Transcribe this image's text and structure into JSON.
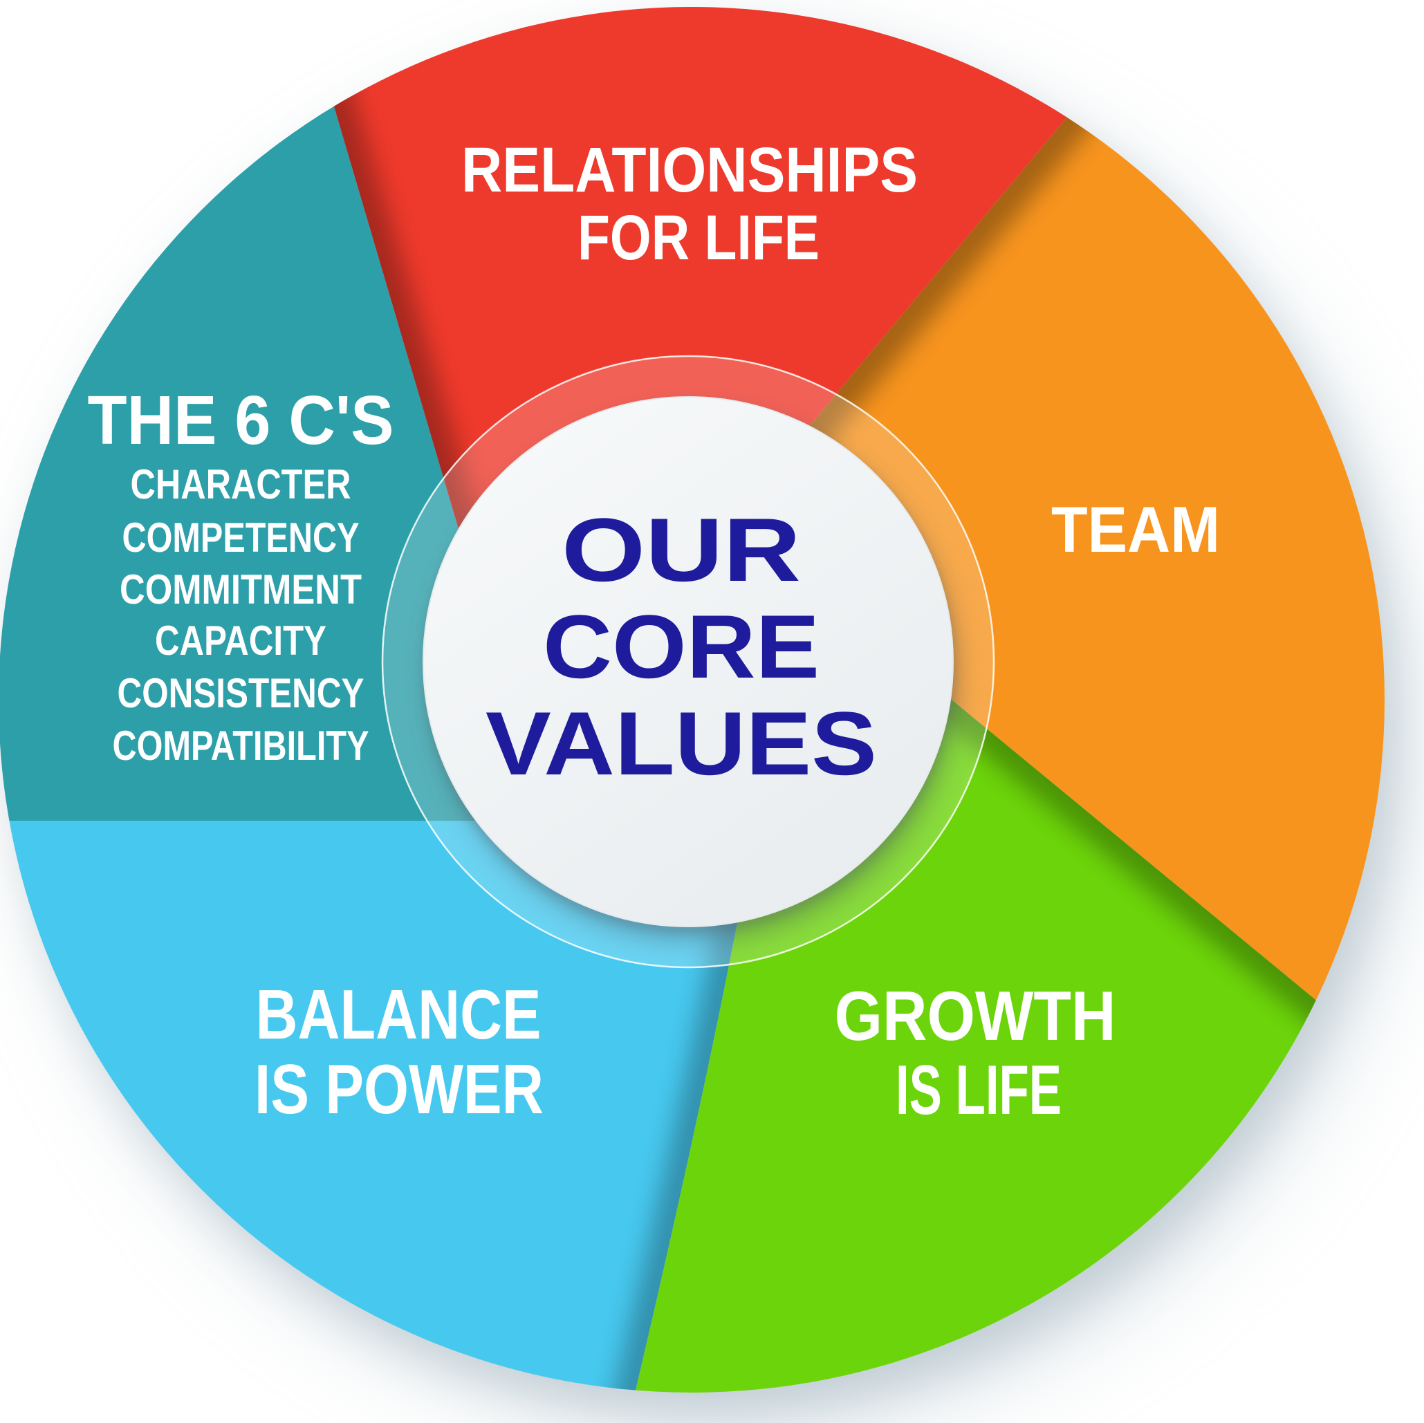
{
  "center": {
    "line1": "OUR",
    "line2": "CORE",
    "line3": "VALUES",
    "text_color": "#1E1C9C",
    "circle_color": "#F2F4F6"
  },
  "segments": {
    "relationships": {
      "lines": [
        "RELATIONSHIPS",
        "FOR LIFE"
      ],
      "color": "#EE3A2C"
    },
    "team": {
      "lines": [
        "TEAM"
      ],
      "color": "#F7941E"
    },
    "growth": {
      "lines": [
        "GROWTH",
        "IS LIFE"
      ],
      "color": "#6CD40A"
    },
    "balance": {
      "lines": [
        "BALANCE",
        "IS POWER"
      ],
      "color": "#47C8EF"
    },
    "six_cs": {
      "title": "THE 6 C'S",
      "items": [
        "CHARACTER",
        "COMPETENCY",
        "COMMITMENT",
        "CAPACITY",
        "CONSISTENCY",
        "COMPATIBILITY"
      ],
      "color": "#2C9FA9"
    }
  },
  "label_color": "#FFFFFF"
}
